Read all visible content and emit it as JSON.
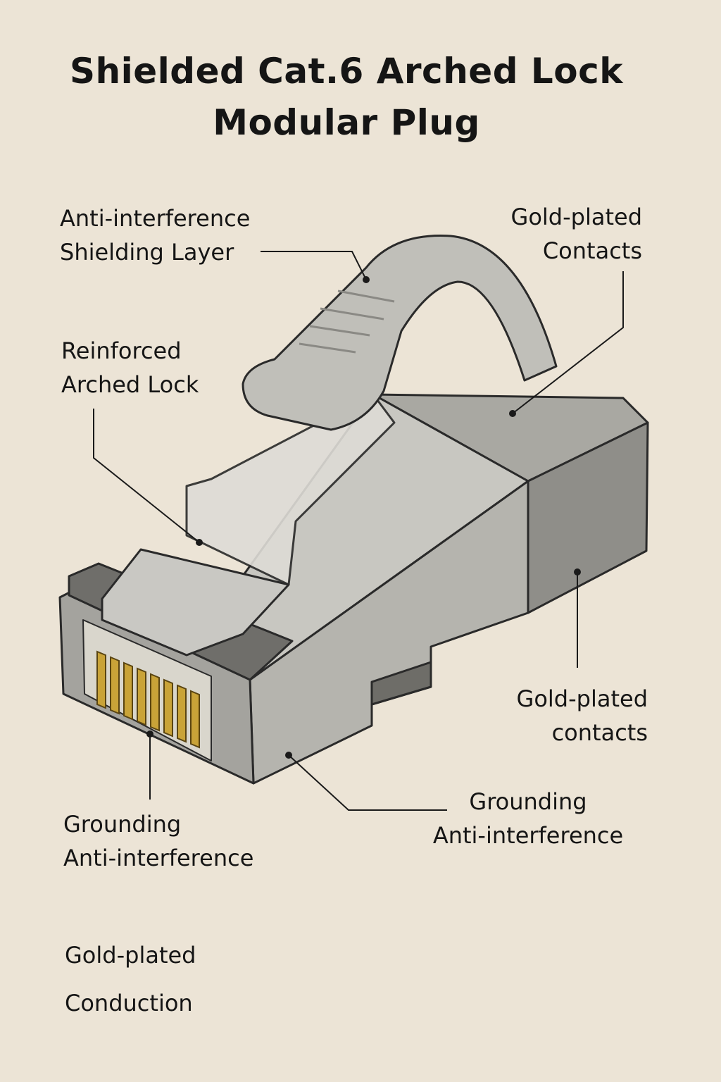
{
  "title": {
    "line1": "Shielded Cat.6 Arched Lock",
    "line2": "Modular Plug"
  },
  "labels": {
    "shielding": {
      "line1": "Anti-interference",
      "line2": "Shielding Layer"
    },
    "contacts_top": {
      "line1": "Gold-plated",
      "line2": "Contacts"
    },
    "arched_lock": {
      "line1": "Reinforced",
      "line2": "Arched Lock"
    },
    "contacts_right": {
      "line1": "Gold-plated",
      "line2": "contacts"
    },
    "grounding_left": {
      "line1": "Grounding",
      "line2": "Anti-interference"
    },
    "grounding_right": {
      "line1": "Grounding",
      "line2": "Anti-interference"
    },
    "conduction": {
      "line1": "Gold-plated",
      "line2": "Conduction"
    }
  },
  "colors": {
    "background": "#ece4d6",
    "metal": "#b9b8b2",
    "gold": "#c9a338",
    "outline": "#2a2a2a"
  }
}
